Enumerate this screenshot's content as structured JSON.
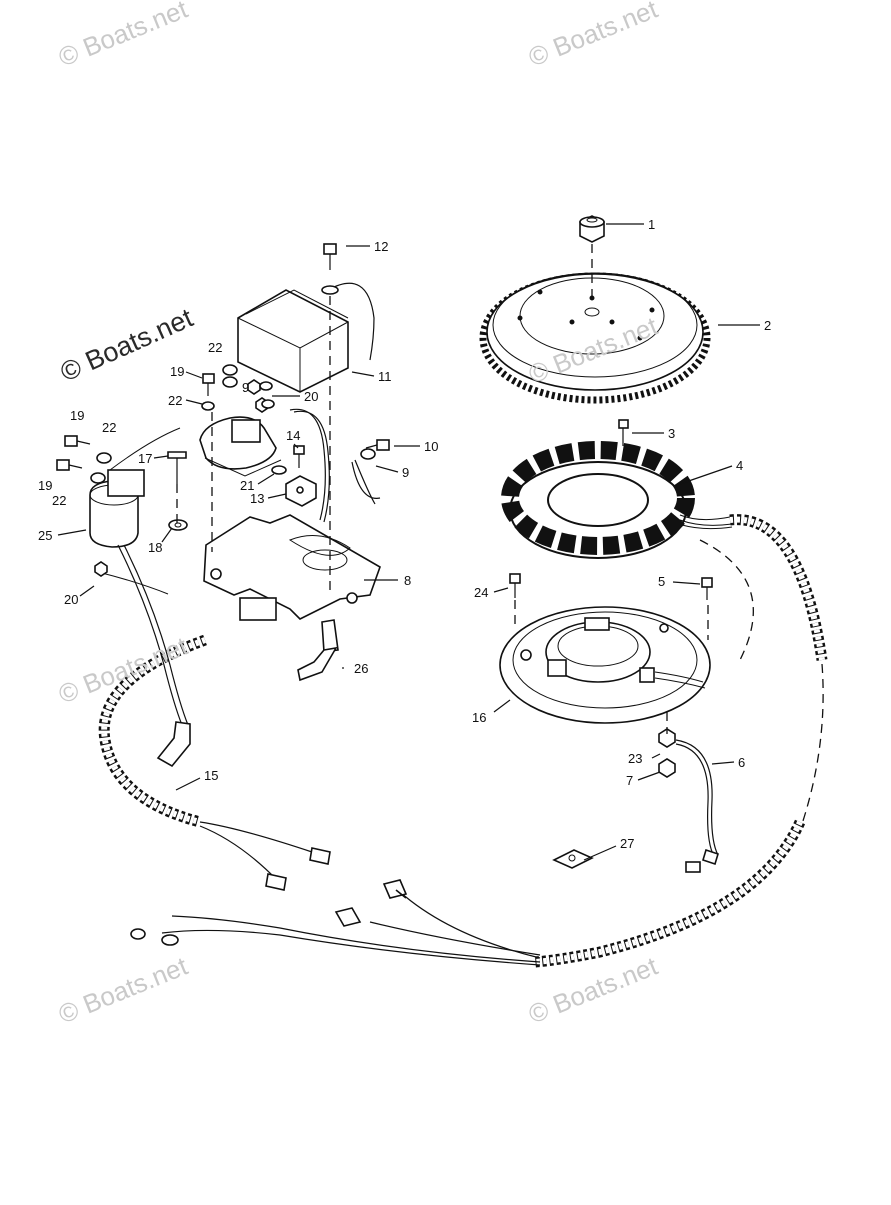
{
  "watermarks": {
    "top_left": "© Boats.net",
    "top_right": "© Boats.net",
    "main": "© Boats.net",
    "middle_left": "© Boats.net",
    "middle_right": "© Boats.net",
    "bottom_left": "© Boats.net",
    "bottom_right": "© Boats.net"
  },
  "callouts": [
    "1",
    "2",
    "3",
    "4",
    "5",
    "6",
    "7",
    "8",
    "9",
    "9",
    "10",
    "11",
    "12",
    "13",
    "14",
    "15",
    "16",
    "17",
    "18",
    "19",
    "19",
    "19",
    "20",
    "20",
    "21",
    "22",
    "22",
    "22",
    "22",
    "23",
    "24",
    "25",
    "26",
    "27"
  ],
  "colors": {
    "ink": "#111111",
    "watermark": "#c9c9c9",
    "background": "#ffffff"
  }
}
